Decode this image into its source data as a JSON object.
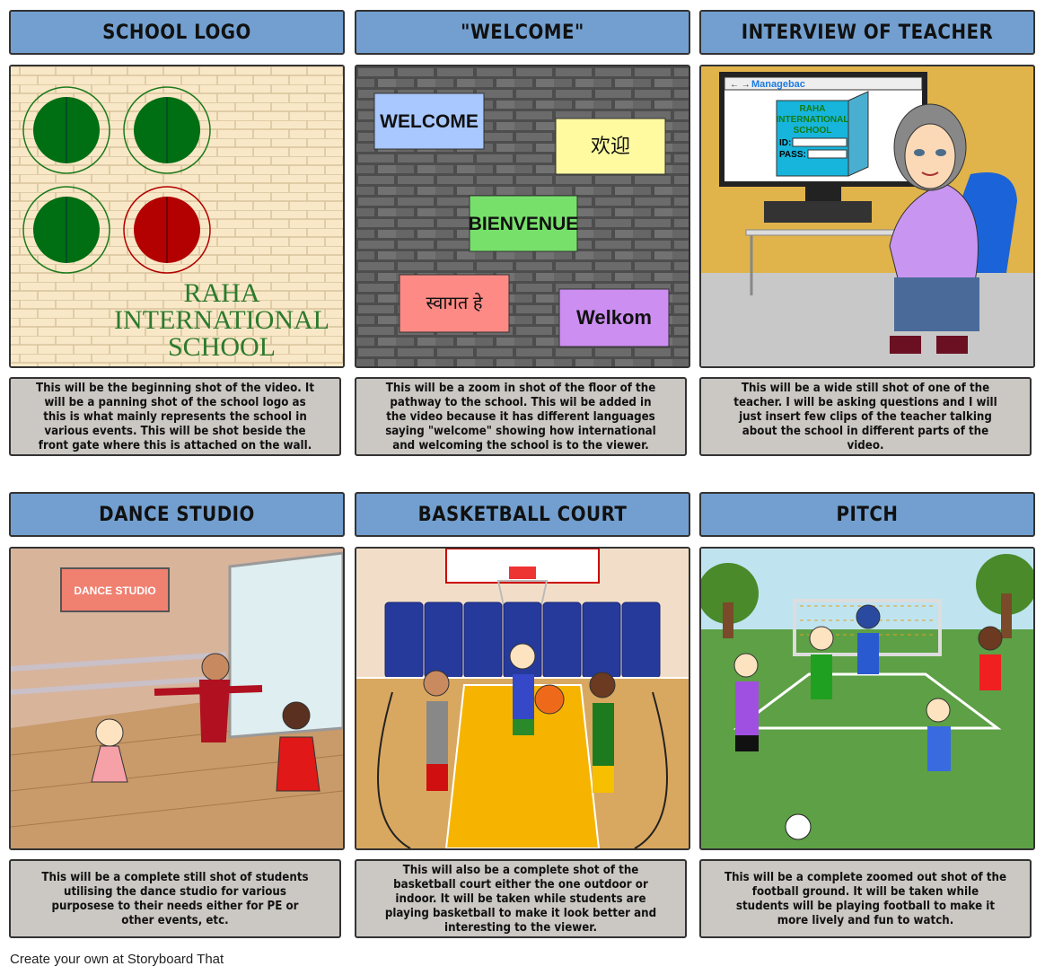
{
  "panels": [
    {
      "title": "SCHOOL LOGO",
      "description": "This will be the beginning shot of the video. It will be a panning shot of the school logo as this is what mainly represents the school in various events. This will be shot beside the front gate where this is attached on the wall.",
      "logo_text": [
        "RAHA",
        "INTERNATIONAL",
        "SCHOOL"
      ]
    },
    {
      "title": "\"WELCOME\"",
      "description": "This will be a zoom in shot of the floor of the pathway to the school. This wil be added in the video because it has different languages saying \"welcome\" showing how international and welcoming the school is to the viewer.",
      "signs": [
        "WELCOME",
        "欢迎",
        "BIENVENUE",
        "स्वागत हे",
        "Welkom"
      ]
    },
    {
      "title": "INTERVIEW OF TEACHER",
      "description": "This will be a wide still shot of one of the teacher. I will be asking questions and I will just insert few clips of the teacher talking about the school in different parts of the video.",
      "screen": {
        "app": "Managebac",
        "school": [
          "RAHA",
          "INTERNATIONAL",
          "SCHOOL"
        ],
        "id_label": "ID:",
        "pass_label": "PASS:"
      }
    },
    {
      "title": "DANCE STUDIO",
      "description": "This will be a complete still shot of students utilising the dance studio for various purposese to their needs either for PE or other events, etc.",
      "sign": "DANCE STUDIO"
    },
    {
      "title": "BASKETBALL COURT",
      "description": "This will also be a complete shot of the basketball court either the one outdoor or indoor. It will be taken while students are playing basketball to make it look better and interesting to the viewer."
    },
    {
      "title": "PITCH",
      "description": "This will be a complete zoomed out shot of the football ground. It will be taken while students will be playing football to make it more lively and fun to watch."
    }
  ],
  "footer": "Create your own at Storyboard That",
  "colors": {
    "header": "#729fcf",
    "description_bg": "#cbc7c3",
    "logo_green": "#006e12",
    "logo_red": "#b30000"
  }
}
